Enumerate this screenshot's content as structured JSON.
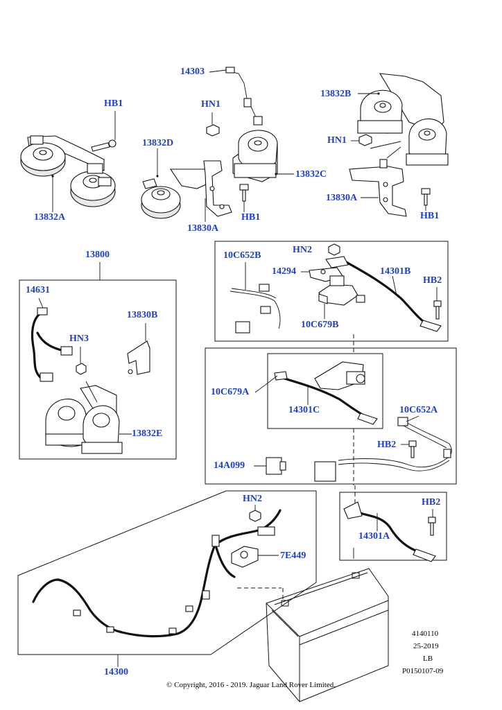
{
  "labels": {
    "l14303": "14303",
    "l13832B": "13832B",
    "hb1_top_left": "HB1",
    "hn1_top_mid": "HN1",
    "l13832D": "13832D",
    "hn1_top_right": "HN1",
    "l13832C": "13832C",
    "l13832A": "13832A",
    "l13830A_mid": "13830A",
    "hb1_mid": "HB1",
    "l13830A_right": "13830A",
    "hb1_right": "HB1",
    "l13800": "13800",
    "l14631": "14631",
    "l13830B": "13830B",
    "hn3": "HN3",
    "l13832E": "13832E",
    "l10C652B": "10C652B",
    "hn2_top": "HN2",
    "l14294": "14294",
    "l14301B": "14301B",
    "hb2_top": "HB2",
    "l10C679B": "10C679B",
    "l10C679A": "10C679A",
    "l14301C": "14301C",
    "l10C652A": "10C652A",
    "hb2_mid": "HB2",
    "l14A099": "14A099",
    "hn2_bottom": "HN2",
    "l7E449": "7E449",
    "hb2_bottom": "HB2",
    "l14301A": "14301A",
    "l14300": "14300"
  },
  "reference": {
    "line1": "4140110",
    "line2": "25-2019",
    "line3": "LB",
    "line4": "P0150107-09"
  },
  "copyright": "© Copyright, 2016 - 2019. Jaguar Land Rover Limited."
}
